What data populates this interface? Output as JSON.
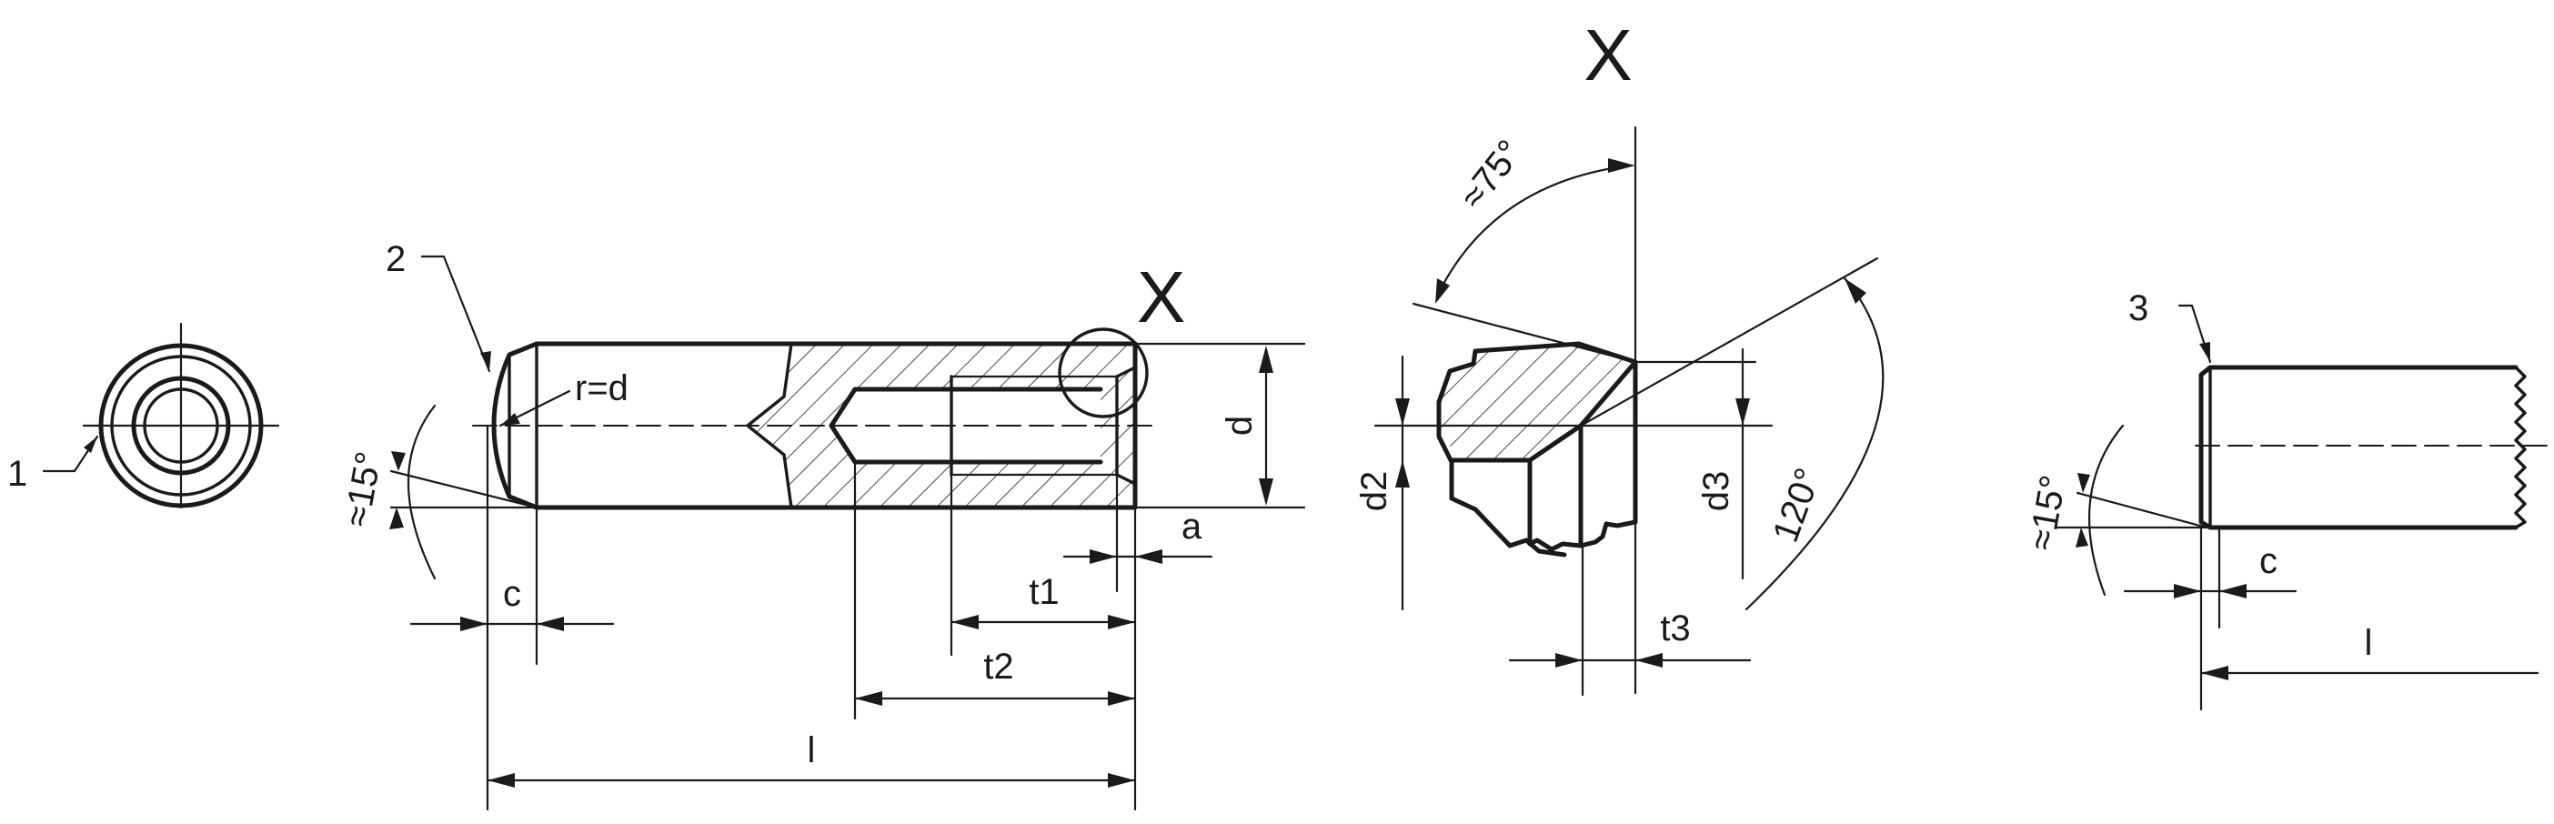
{
  "labels": {
    "callout_1": "1",
    "callout_2": "2",
    "callout_3": "3",
    "r_eq_d": "r=d",
    "d": "d",
    "c_left": "c",
    "c_right": "c",
    "a": "a",
    "t1": "t1",
    "t2": "t2",
    "l_left": "l",
    "l_right": "l",
    "detail_x_main": "X",
    "detail_x_title": "X",
    "angle_15_left": "≈15°",
    "angle_15_right": "≈15°",
    "angle_75": "≈75°",
    "angle_120": "120°",
    "d2": "d2",
    "d3": "d3",
    "t3": "t3"
  },
  "colors": {
    "line": "#1a1a1a",
    "background": "#ffffff"
  }
}
